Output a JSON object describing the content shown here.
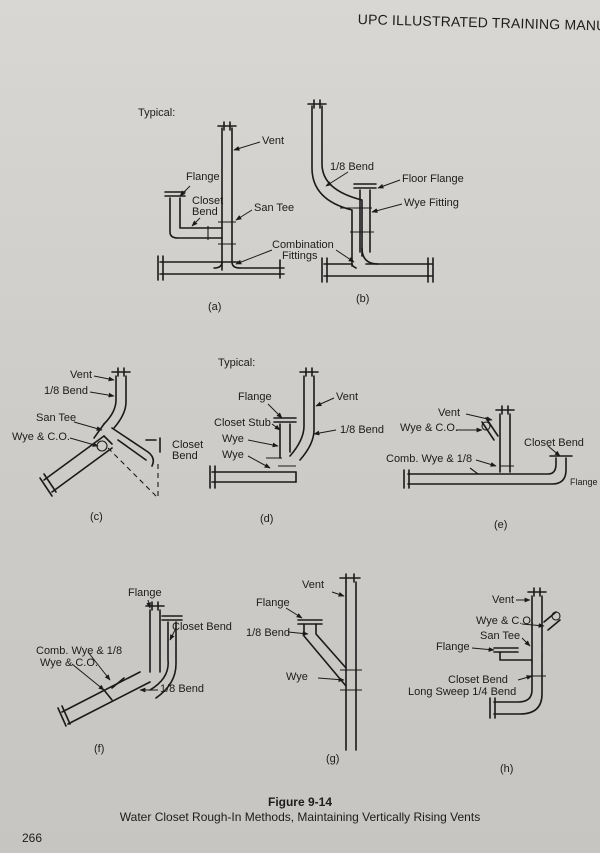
{
  "header": {
    "title": "UPC ILLUSTRATED TRAINING MANUAL"
  },
  "figure": {
    "number": "Figure 9-14",
    "caption": "Water Closet Rough-In Methods, Maintaining Vertically Rising Vents"
  },
  "page_number": "266",
  "panels": {
    "a": {
      "heading": "Typical:",
      "sublabel": "(a)",
      "labels": [
        "Vent",
        "Flange",
        "Closet",
        "Bend",
        "San Tee"
      ]
    },
    "b": {
      "sublabel": "(b)",
      "labels": [
        "1/8 Bend",
        "Floor Flange",
        "Wye Fitting"
      ]
    },
    "ab_shared": {
      "labels": [
        "Combination",
        "Fittings"
      ]
    },
    "c": {
      "sublabel": "(c)",
      "labels": [
        "Vent",
        "1/8 Bend",
        "San Tee",
        "Wye & C.O.",
        "Closet",
        "Bend"
      ]
    },
    "d": {
      "heading": "Typical:",
      "sublabel": "(d)",
      "labels": [
        "Flange",
        "Vent",
        "Closet Stub",
        "1/8 Bend",
        "Wye",
        "Wye"
      ]
    },
    "e": {
      "sublabel": "(e)",
      "labels": [
        "Vent",
        "Wye & C.O.",
        "Closet Bend",
        "Comb. Wye & 1/8",
        "Flange"
      ]
    },
    "f": {
      "sublabel": "(f)",
      "labels": [
        "Flange",
        "Closet Bend",
        "Comb. Wye & 1/8",
        "Wye & C.O.",
        "1/8 Bend"
      ]
    },
    "g": {
      "sublabel": "(g)",
      "labels": [
        "Vent",
        "Flange",
        "1/8 Bend",
        "Wye"
      ]
    },
    "h": {
      "sublabel": "(h)",
      "labels": [
        "Vent",
        "Wye & C.O.",
        "San Tee",
        "Flange",
        "Closet Bend",
        "Long Sweep 1/4 Bend"
      ]
    }
  }
}
